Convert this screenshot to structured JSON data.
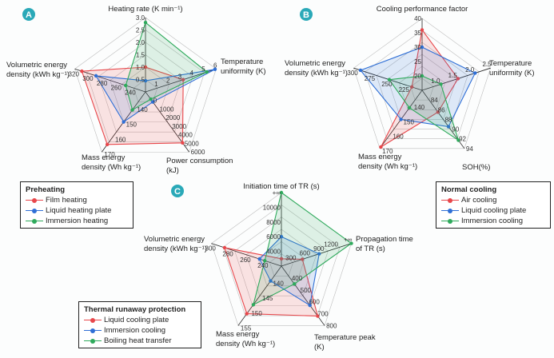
{
  "colors": {
    "red": "#e8474b",
    "blue": "#2f6fd6",
    "green": "#2faa5c",
    "badge": "#2aa9b8",
    "grid": "#9a9a9a",
    "axis": "#222222"
  },
  "chart_data": [
    {
      "type": "radar",
      "badge": "A",
      "legend_title": "Preheating",
      "axes": [
        {
          "label": [
            "Heating rate (K min⁻¹)"
          ],
          "ticks": [
            "0.5",
            "1.0",
            "1.5",
            "2.0",
            "2.5",
            "3.0"
          ],
          "min": 0,
          "max": 3.0
        },
        {
          "label": [
            "Temperature",
            "uniformity (K)"
          ],
          "ticks": [
            "1",
            "2",
            "3",
            "4",
            "5",
            "6"
          ],
          "min": 0,
          "max": 6
        },
        {
          "label": [
            "Power consumption",
            "(kJ)"
          ],
          "ticks": [
            "0",
            "1000",
            "2000",
            "3000",
            "4000",
            "5000",
            "6000"
          ],
          "min": -600,
          "max": 6000
        },
        {
          "label": [
            "Mass energy",
            "density (Wh kg⁻¹)"
          ],
          "ticks": [
            "140",
            "150",
            "160",
            "170"
          ],
          "min": 130,
          "max": 170
        },
        {
          "label": [
            "Volumetric energy",
            "density (kWh kg⁻¹)"
          ],
          "ticks": [
            "240",
            "260",
            "280",
            "300",
            "320"
          ],
          "min": 220,
          "max": 320
        }
      ],
      "series": [
        {
          "name": "Film heating",
          "color": "red",
          "values": [
            1.0,
            3.2,
            5000,
            165,
            310
          ]
        },
        {
          "name": "Liquid heating plate",
          "color": "blue",
          "values": [
            0.45,
            5.9,
            500,
            150,
            290
          ]
        },
        {
          "name": "Immersion heating",
          "color": "green",
          "values": [
            2.8,
            5.2,
            200,
            142,
            248
          ]
        }
      ]
    },
    {
      "type": "radar",
      "badge": "B",
      "legend_title": "Normal cooling",
      "axes": [
        {
          "label": [
            "Cooling performance factor"
          ],
          "ticks": [
            "20",
            "25",
            "30",
            "35",
            "40"
          ],
          "min": 15,
          "max": 40
        },
        {
          "label": [
            "Temperature",
            "uniformity (K)"
          ],
          "ticks": [
            "1.0",
            "1.5",
            "2.0",
            "2.5"
          ],
          "min": 0.5,
          "max": 2.5
        },
        {
          "label": [
            "SOH(%)"
          ],
          "ticks": [
            "84",
            "86",
            "88",
            "90",
            "92",
            "94"
          ],
          "min": 82,
          "max": 94
        },
        {
          "label": [
            "Mass energy",
            "density (Wh kg⁻¹)"
          ],
          "ticks": [
            "140",
            "150",
            "160",
            "170"
          ],
          "min": 130,
          "max": 170
        },
        {
          "label": [
            "Volumetric energy",
            "density (kWh kg⁻¹)"
          ],
          "ticks": [
            "225",
            "250",
            "275",
            "300"
          ],
          "min": 200,
          "max": 300
        }
      ],
      "series": [
        {
          "name": "Air cooling",
          "color": "red",
          "values": [
            36,
            1.55,
            86.5,
            169,
            215
          ]
        },
        {
          "name": "Liquid cooling plate",
          "color": "blue",
          "values": [
            30,
            2.05,
            89.5,
            150,
            290
          ]
        },
        {
          "name": "Immersion cooling",
          "color": "green",
          "values": [
            20,
            1.05,
            92.3,
            142,
            248
          ]
        }
      ]
    },
    {
      "type": "radar",
      "badge": "C",
      "legend_title": "Thermal runaway protection",
      "axes": [
        {
          "label": [
            "Initiation time of TR (s)"
          ],
          "ticks": [
            "4000",
            "6000",
            "8000",
            "10000",
            "+∞"
          ],
          "min": 2000,
          "max": 12000
        },
        {
          "label": [
            "Propagation time",
            "of TR (s)"
          ],
          "ticks": [
            "300",
            "600",
            "900",
            "1200",
            "+∞"
          ],
          "min": 0,
          "max": 1500
        },
        {
          "label": [
            "Temperature peak",
            "(K)"
          ],
          "ticks": [
            "400",
            "500",
            "600",
            "700",
            "800"
          ],
          "min": 300,
          "max": 800
        },
        {
          "label": [
            "Mass energy",
            "density (Wh kg⁻¹)"
          ],
          "ticks": [
            "140",
            "145",
            "150",
            "155"
          ],
          "min": 135,
          "max": 155
        },
        {
          "label": [
            "Volumetric energy",
            "density (kWh kg⁻¹)"
          ],
          "ticks": [
            "240",
            "260",
            "280",
            "300"
          ],
          "min": 220,
          "max": 300
        }
      ],
      "series": [
        {
          "name": "Liquid cooling plate",
          "color": "red",
          "values": [
            3000,
            450,
            720,
            151,
            285
          ]
        },
        {
          "name": "Immersion cooling",
          "color": "blue",
          "values": [
            6000,
            810,
            630,
            140,
            245
          ]
        },
        {
          "name": "Boiling heat transfer",
          "color": "green",
          "values": [
            12000,
            1500,
            450,
            148,
            239
          ]
        }
      ]
    }
  ]
}
